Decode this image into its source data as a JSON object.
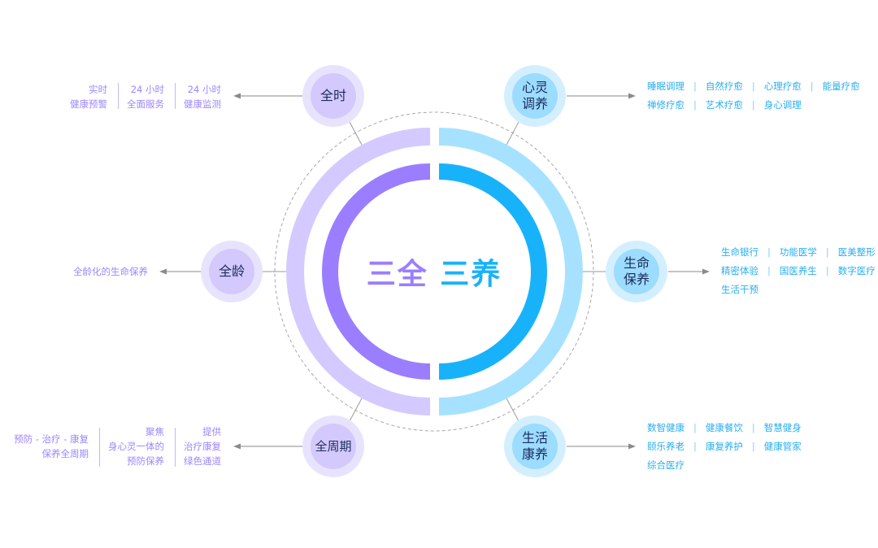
{
  "center": {
    "left": "三全",
    "right": "三养"
  },
  "nodes": {
    "quanshi": "全时",
    "quanling": "全龄",
    "quanzhouqi": "全周期",
    "xinling": [
      "心灵",
      "调养"
    ],
    "shengming": [
      "生命",
      "保养"
    ],
    "shenghuo": [
      "生活",
      "康养"
    ]
  },
  "quanshi_details": [
    [
      "实时",
      "健康预警"
    ],
    [
      "24 小时",
      "全面服务"
    ],
    [
      "24 小时",
      "健康监测"
    ]
  ],
  "quanling_details": "全龄化的生命保养",
  "quanzhouqi_details": [
    [
      "预防 - 治疗 - 康复",
      "保养全周期"
    ],
    [
      "聚焦",
      "身心灵一体的",
      "预防保养"
    ],
    [
      "提供",
      "治疗康复",
      "绿色通道"
    ]
  ],
  "xinling_details": [
    [
      "睡眠调理",
      "自然疗愈",
      "心理疗愈",
      "能量疗愈"
    ],
    [
      "禅修疗愈",
      "艺术疗愈",
      "身心调理"
    ]
  ],
  "shengming_details": [
    [
      "生命银行",
      "功能医学",
      "医美整形"
    ],
    [
      "精密体验",
      "国医养生",
      "数字医疗"
    ],
    [
      "生活干预"
    ]
  ],
  "shenghuo_details": [
    [
      "数智健康",
      "健康餐饮",
      "智慧健身"
    ],
    [
      "颐乐养老",
      "康复养护",
      "健康管家"
    ],
    [
      "综合医疗"
    ]
  ],
  "colors": {
    "purple": "#9a7eff",
    "purple_light": "#d4caff",
    "blue": "#18b2fb",
    "blue_light": "#a6e2ff",
    "node_text": "#1d2b5c"
  }
}
